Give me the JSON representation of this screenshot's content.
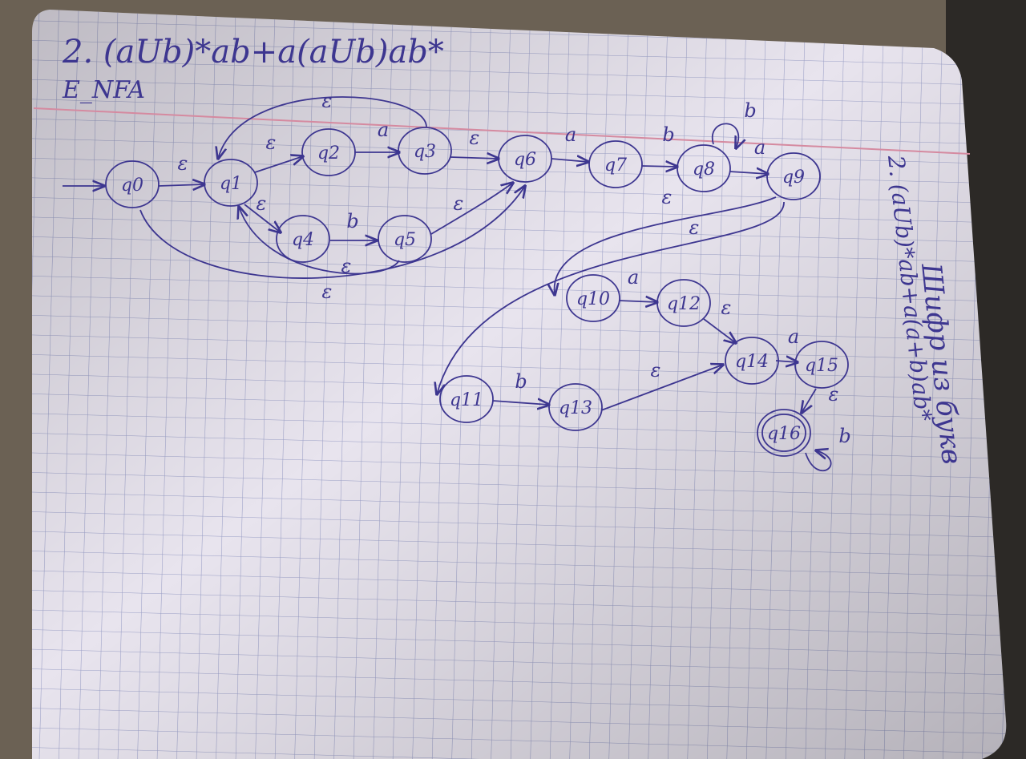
{
  "heading": {
    "regex": "2. (aUb)*ab+a(aUb)ab*",
    "subtitle": "E_NFA"
  },
  "side_note": {
    "line1": "Шифр из букв",
    "line2": "2. (aUb)*ab+a(a+b)ab*"
  },
  "colors": {
    "ink": "#3d3690",
    "paper": "#e8e4ee",
    "grid": "#7f86b8",
    "margin_line": "#d58aa0",
    "background": "#6b6154"
  },
  "states": [
    {
      "id": "q0",
      "label": "q0"
    },
    {
      "id": "q1",
      "label": "q1"
    },
    {
      "id": "q2",
      "label": "q2"
    },
    {
      "id": "q3",
      "label": "q3"
    },
    {
      "id": "q4",
      "label": "q4"
    },
    {
      "id": "q5",
      "label": "q5"
    },
    {
      "id": "q6",
      "label": "q6"
    },
    {
      "id": "q7",
      "label": "q7"
    },
    {
      "id": "q8",
      "label": "q8"
    },
    {
      "id": "q9",
      "label": "q9"
    },
    {
      "id": "q10",
      "label": "q10"
    },
    {
      "id": "q11",
      "label": "q11"
    },
    {
      "id": "q12",
      "label": "q12"
    },
    {
      "id": "q13",
      "label": "q13"
    },
    {
      "id": "q14",
      "label": "q14"
    },
    {
      "id": "q15",
      "label": "q15"
    },
    {
      "id": "q16",
      "label": "q16",
      "accepting": true
    }
  ],
  "start_state": "q0",
  "transitions": [
    {
      "id": "q0-q1",
      "from": "q0",
      "to": "q1",
      "label": "ε"
    },
    {
      "id": "q1-q2",
      "from": "q1",
      "to": "q2",
      "label": "ε"
    },
    {
      "id": "q2-q3",
      "from": "q2",
      "to": "q3",
      "label": "a"
    },
    {
      "id": "q3-q1",
      "from": "q3",
      "to": "q1",
      "label": "ε"
    },
    {
      "id": "q3-q6",
      "from": "q3",
      "to": "q6",
      "label": "ε"
    },
    {
      "id": "q1-q4",
      "from": "q1",
      "to": "q4",
      "label": "ε"
    },
    {
      "id": "q4-q5",
      "from": "q4",
      "to": "q5",
      "label": "b"
    },
    {
      "id": "q5-q1",
      "from": "q5",
      "to": "q1",
      "label": "ε"
    },
    {
      "id": "q5-q6",
      "from": "q5",
      "to": "q6",
      "label": "ε"
    },
    {
      "id": "q0-q6",
      "from": "q0",
      "to": "q6",
      "label": "ε"
    },
    {
      "id": "q6-q7",
      "from": "q6",
      "to": "q7",
      "label": "a"
    },
    {
      "id": "q7-q8",
      "from": "q7",
      "to": "q8",
      "label": "b"
    },
    {
      "id": "q8-q8",
      "from": "q8",
      "to": "q8",
      "label": "b"
    },
    {
      "id": "q8-q9",
      "from": "q8",
      "to": "q9",
      "label": "a"
    },
    {
      "id": "q9-q10",
      "from": "q9",
      "to": "q10",
      "label": "ε"
    },
    {
      "id": "q9-q11",
      "from": "q9",
      "to": "q11",
      "label": "ε"
    },
    {
      "id": "q10-q12",
      "from": "q10",
      "to": "q12",
      "label": "a"
    },
    {
      "id": "q11-q13",
      "from": "q11",
      "to": "q13",
      "label": "b"
    },
    {
      "id": "q12-q14",
      "from": "q12",
      "to": "q14",
      "label": "ε"
    },
    {
      "id": "q13-q14",
      "from": "q13",
      "to": "q14",
      "label": "ε"
    },
    {
      "id": "q14-q15",
      "from": "q14",
      "to": "q15",
      "label": "a"
    },
    {
      "id": "q15-q16",
      "from": "q15",
      "to": "q16",
      "label": "ε"
    },
    {
      "id": "q16-q16",
      "from": "q16",
      "to": "q16",
      "label": "b"
    }
  ]
}
